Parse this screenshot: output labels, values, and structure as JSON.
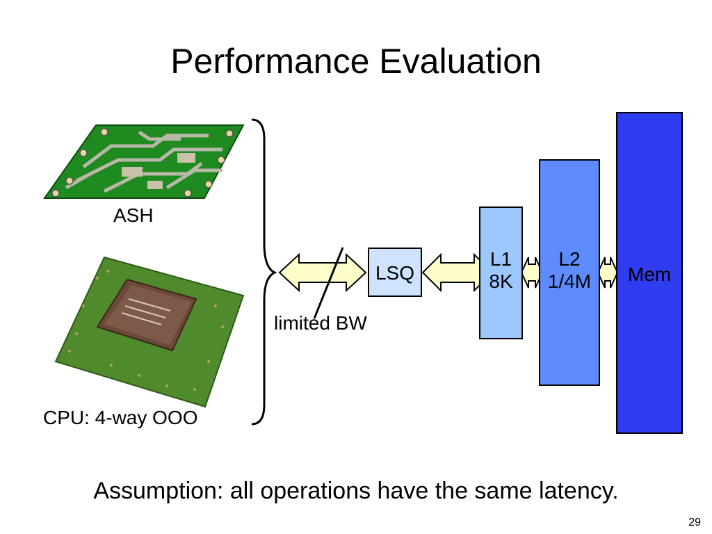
{
  "slide": {
    "title": "Performance Evaluation",
    "footer": "Assumption: all operations have the same latency.",
    "page_number": "29"
  },
  "components": {
    "ash_label": "ASH",
    "cpu_label": "CPU: 4-way OOO",
    "bw_note": "limited BW"
  },
  "hierarchy": {
    "lsq": "LSQ",
    "l1": {
      "name": "L1",
      "size": "8K"
    },
    "l2": {
      "name": "L2",
      "size": "1/4M"
    },
    "mem": "Mem"
  },
  "colors": {
    "lsq": "#cfe3ff",
    "l1": "#9cc8ff",
    "l2": "#5e8cff",
    "mem": "#2f3cf0",
    "arrow": "#ffffcc",
    "pcb": "#1a7a1a",
    "cpu_chip": "#6b4a3a"
  },
  "icons": {
    "ash": "circuit-board-icon",
    "cpu": "cpu-chip-icon"
  }
}
